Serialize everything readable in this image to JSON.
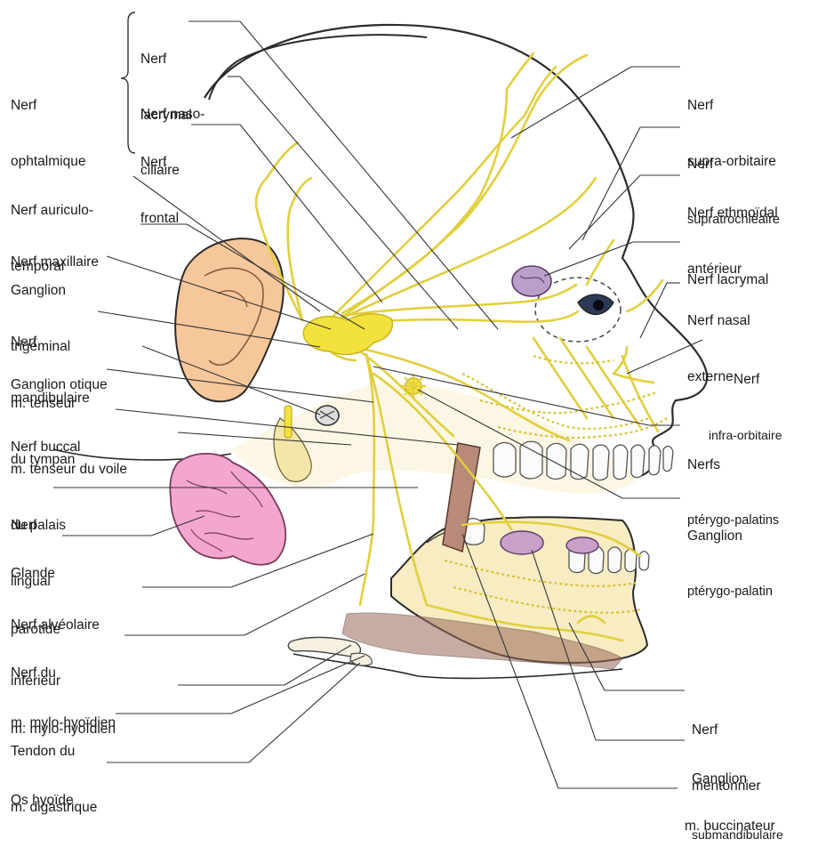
{
  "labels_left": {
    "ophtalmique": [
      "Nerf",
      "ophtalmique"
    ],
    "lacrymal_top": [
      "Nerf",
      "lacrymal"
    ],
    "naso_ciliaire": [
      "Nerf naso-",
      "ciliaire"
    ],
    "frontal": [
      "Nerf",
      "frontal"
    ],
    "auriculo_temporal": [
      "Nerf auriculo-",
      "temporal"
    ],
    "maxillaire": [
      "Nerf maxillaire"
    ],
    "ganglion_trigeminal": [
      "Ganglion",
      "trigéminal"
    ],
    "mandibulaire": [
      "Nerf",
      "mandibulaire"
    ],
    "ganglion_otique": [
      "Ganglion otique"
    ],
    "tenseur_tympan": [
      "m. tenseur",
      "du tympan"
    ],
    "buccal": [
      "Nerf buccal"
    ],
    "tenseur_voile": [
      "m. tenseur du voile",
      "du palais"
    ],
    "lingual": [
      "Nerf",
      "lingual"
    ],
    "glande_parotide": [
      "Glande",
      "parotide"
    ],
    "alveolaire_inferieur": [
      "Nerf alvéolaire",
      "inférieur"
    ],
    "mylo_hyoidien_nerf": [
      "Nerf du",
      "m. mylo-hyoïdien"
    ],
    "mylo_hyoidien_m": [
      "m. mylo-hyoïdien"
    ],
    "tendon_digastrique": [
      "Tendon du",
      "m. digastrique"
    ],
    "os_hyoide": [
      "Os hyoïde"
    ]
  },
  "labels_right": {
    "supra_orbitaire": [
      "Nerf",
      "supra-orbitaire"
    ],
    "supratrochleaire": [
      "Nerf",
      "supratrochléaire"
    ],
    "ethmoidal_anterieur": [
      "Nerf ethmoïdal",
      "antérieur"
    ],
    "lacrymal_right": [
      "Nerf lacrymal"
    ],
    "nasal_externe": [
      "Nerf nasal",
      "externe"
    ],
    "infra_orbitaire": [
      "Nerf",
      "infra-orbitaire"
    ],
    "pterygo_palatins": [
      "Nerfs",
      "ptérygo-palatins"
    ],
    "ganglion_pterygo_palatin": [
      "Ganglion",
      "ptérygo-palatin"
    ],
    "mentonnier": [
      "Nerf",
      "mentonnier"
    ],
    "ganglion_submandibulaire": [
      "Ganglion",
      "submandibulaire"
    ],
    "buccinateur": [
      "m. buccinateur"
    ]
  },
  "colors": {
    "nerve": "#e8d84a",
    "nerve_dark": "#c9b520",
    "ganglion": "#f4e23c",
    "skin_outline": "#2b2b2b",
    "ear": "#f6c79a",
    "parotid": "#f3a6d0",
    "bone": "#f7ecc2",
    "muscle": "#b98a7a",
    "leader": "#333333"
  }
}
